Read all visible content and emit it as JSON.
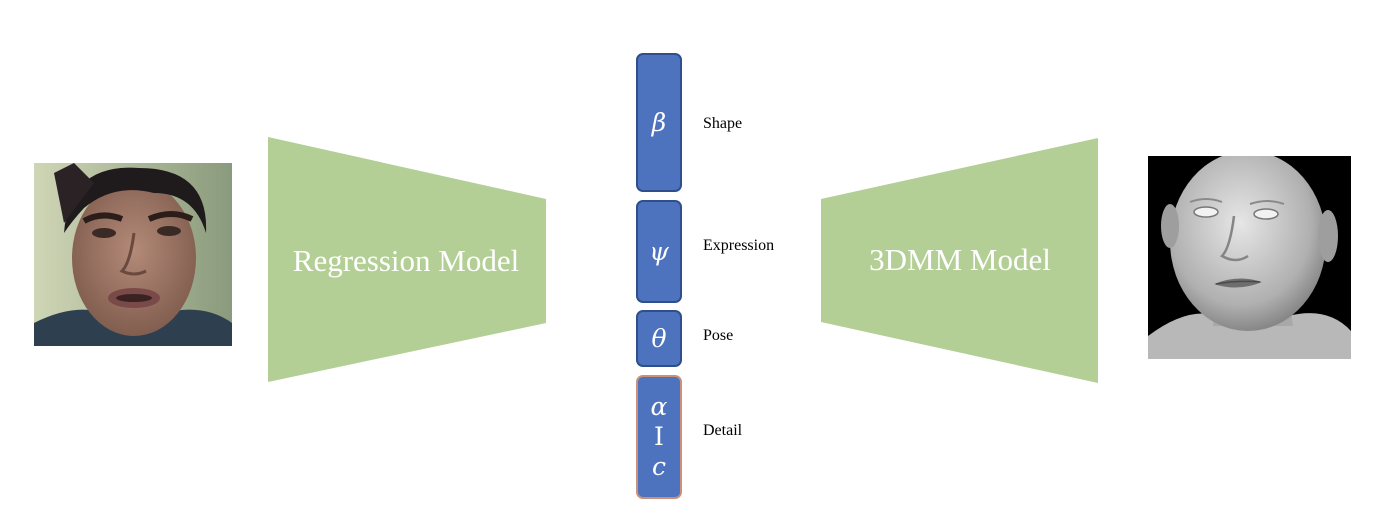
{
  "encoder": {
    "label": "Regression Model"
  },
  "decoder": {
    "label": "3DMM Model"
  },
  "parameters": [
    {
      "symbols": [
        "β"
      ],
      "label": "Shape"
    },
    {
      "symbols": [
        "ψ"
      ],
      "label": "Expression"
    },
    {
      "symbols": [
        "θ"
      ],
      "label": "Pose"
    },
    {
      "symbols": [
        "α",
        "I",
        "c"
      ],
      "label": "Detail"
    }
  ],
  "colors": {
    "trapezoid": "#b3cf96",
    "param_box": "#4d72be",
    "param_box_border": "#2f4e8c",
    "detail_box_border": "#c9917a"
  }
}
